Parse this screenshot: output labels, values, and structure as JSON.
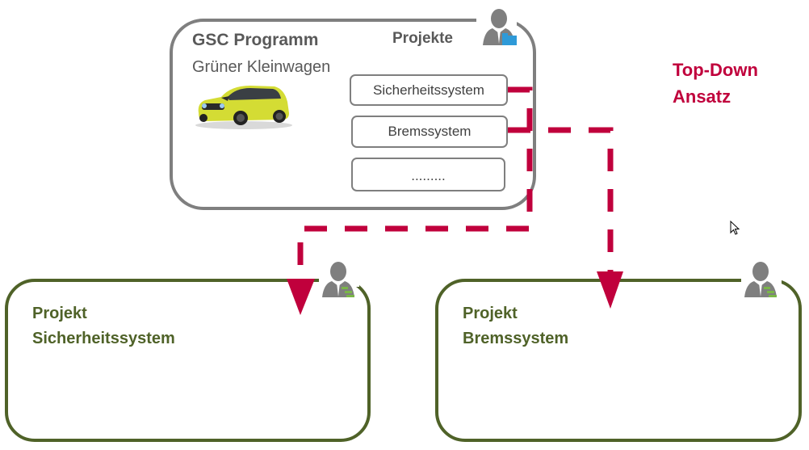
{
  "program": {
    "title": "GSC Programm",
    "subtitle": "Grüner Kleinwagen",
    "projects_heading": "Projekte",
    "projects": [
      {
        "label": "Sicherheitssystem"
      },
      {
        "label": "Bremssystem"
      },
      {
        "label": "........."
      }
    ],
    "manager_icon": "person-with-blue-folder-icon",
    "image": "yellow-green-small-car"
  },
  "approach_label": [
    "Top-Down",
    "Ansatz"
  ],
  "subprojects": [
    {
      "line1": "Projekt",
      "line2": "Sicherheitssystem",
      "manager_icon": "person-with-green-gantt-icon"
    },
    {
      "line1": "Projekt",
      "line2": "Bremssystem",
      "manager_icon": "person-with-green-gantt-icon"
    }
  ],
  "colors": {
    "program_border": "#7f7f7f",
    "subproject_border": "#4f6228",
    "arrow": "#c0003c",
    "text_gray": "#595959",
    "subproject_text": "#4f6228",
    "folder_blue": "#2e9ad8",
    "gantt_green": "#7ab648"
  }
}
